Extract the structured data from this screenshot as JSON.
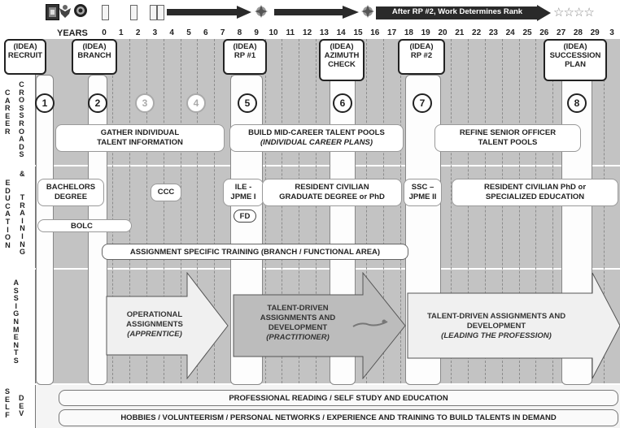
{
  "header": {
    "years_label": "YEARS",
    "years": [
      "0",
      "1",
      "2",
      "3",
      "4",
      "5",
      "6",
      "7",
      "8",
      "9",
      "10",
      "11",
      "12",
      "13",
      "14",
      "15",
      "16",
      "17",
      "18",
      "19",
      "20",
      "21",
      "22",
      "23",
      "24",
      "25",
      "26",
      "27",
      "28",
      "29",
      "3"
    ],
    "rank_banner": "After RP #2, Work Determines Rank"
  },
  "milestones": {
    "m1": {
      "idea": "(IDEA)",
      "name": "RECRUIT"
    },
    "m2": {
      "idea": "(IDEA)",
      "name": "BRANCH"
    },
    "m3": {
      "idea": "(IDEA)",
      "name": "RP #1"
    },
    "m4": {
      "idea": "(IDEA)",
      "name1": "AZIMUTH",
      "name2": "CHECK"
    },
    "m5": {
      "idea": "(IDEA)",
      "name": "RP #2"
    },
    "m6": {
      "idea": "(IDEA)",
      "name1": "SUCCESSION",
      "name2": "PLAN"
    }
  },
  "rows": {
    "career": "C\nA\nR\nE\nE\nR",
    "crossroads": "C\nR\nO\nS\nS\nR\nO\nA\nD\nS",
    "education": "E\nD\nU\nC\nA\nT\nI\nO\nN",
    "amp": "&",
    "training": "T\nR\nA\nI\nN\nI\nN\nG",
    "assignments": "A\nS\nS\nI\nG\nN\nM\nE\nN\nT\nS",
    "self": "S\nE\nL\nF",
    "dev": "D\nE\nV"
  },
  "circles": [
    "1",
    "2",
    "3",
    "4",
    "5",
    "6",
    "7",
    "8"
  ],
  "crossroads": {
    "gather1": "GATHER INDIVIDUAL",
    "gather2": "TALENT INFORMATION",
    "build1": "BUILD MID-CAREER TALENT POOLS",
    "build2": "(INDIVIDUAL CAREER PLANS)",
    "refine1": "REFINE SENIOR OFFICER",
    "refine2": "TALENT POOLS"
  },
  "education": {
    "bachelors1": "BACHELORS",
    "bachelors2": "DEGREE",
    "ccc": "CCC",
    "ile1": "ILE -",
    "ile2": "JPME I",
    "fd": "FD",
    "resident1": "RESIDENT CIVILIAN",
    "resident2": "GRADUATE DEGREE or PhD",
    "ssc1": "SSC –",
    "ssc2": "JPME II",
    "phd1": "RESIDENT CIVILIAN PhD or",
    "phd2": "SPECIALIZED EDUCATION",
    "bolc": "BOLC",
    "ast": "ASSIGNMENT SPECIFIC TRAINING (BRANCH / FUNCTIONAL AREA)"
  },
  "assignments": {
    "op1": "OPERATIONAL",
    "op2": "ASSIGNMENTS",
    "op3": "(APPRENTICE)",
    "td1": "TALENT-DRIVEN",
    "td2": "ASSIGNMENTS AND",
    "td3": "DEVELOPMENT",
    "td4": "(PRACTITIONER)",
    "lp1": "TALENT-DRIVEN ASSIGNMENTS AND",
    "lp2": "DEVELOPMENT",
    "lp3": "(LEADING THE PROFESSION)"
  },
  "self_dev": {
    "reading": "PROFESSIONAL READING / SELF STUDY AND EDUCATION",
    "hobbies": "HOBBIES / VOLUNTEERISM / PERSONAL NETWORKS / EXPERIENCE AND TRAINING TO BUILD TALENTS IN DEMAND"
  },
  "colors": {
    "band": "#c3c3c3",
    "arrow_dark": "#b9b9b9",
    "arrow_light": "#efefef",
    "banner": "#2a2a2a"
  },
  "icons": [
    "army-insignia-icon",
    "eagle-icon",
    "globe-seal-icon",
    "rank-bar-icon",
    "star-burst-icon",
    "general-star-icon"
  ]
}
